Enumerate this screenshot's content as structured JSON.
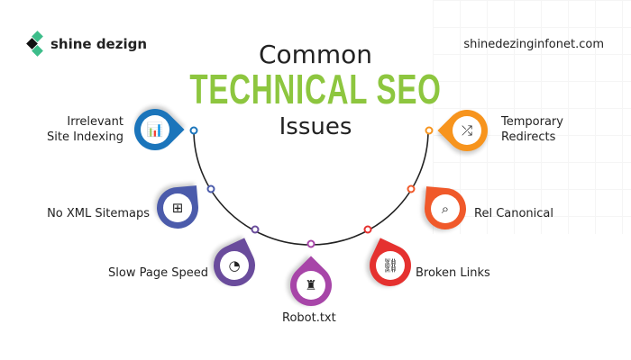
{
  "brand": {
    "name": "shine dezign",
    "website": "shinedezinginfonet.com"
  },
  "title": {
    "line1": "Common",
    "line2": "TECHNICAL SEO",
    "line3": "Issues"
  },
  "issues": [
    {
      "label1": "Irrelevant",
      "label2": "Site Indexing",
      "color": "#1b75bb",
      "icon": "analytics-icon"
    },
    {
      "label1": "No XML Sitemaps",
      "color": "#4b5bab",
      "icon": "sitemap-icon"
    },
    {
      "label1": "Slow Page Speed",
      "color": "#6a4c9c",
      "icon": "speedometer-icon"
    },
    {
      "label1": "Robot.txt",
      "color": "#a745a8",
      "icon": "robot-icon"
    },
    {
      "label1": "Broken Links",
      "color": "#e5312f",
      "icon": "broken-link-icon"
    },
    {
      "label1": "Rel Canonical",
      "color": "#f0592a",
      "icon": "canonical-search-icon"
    },
    {
      "label1": "Temporary",
      "label2": "Redirects",
      "color": "#f7941d",
      "icon": "shuffle-icon"
    }
  ]
}
